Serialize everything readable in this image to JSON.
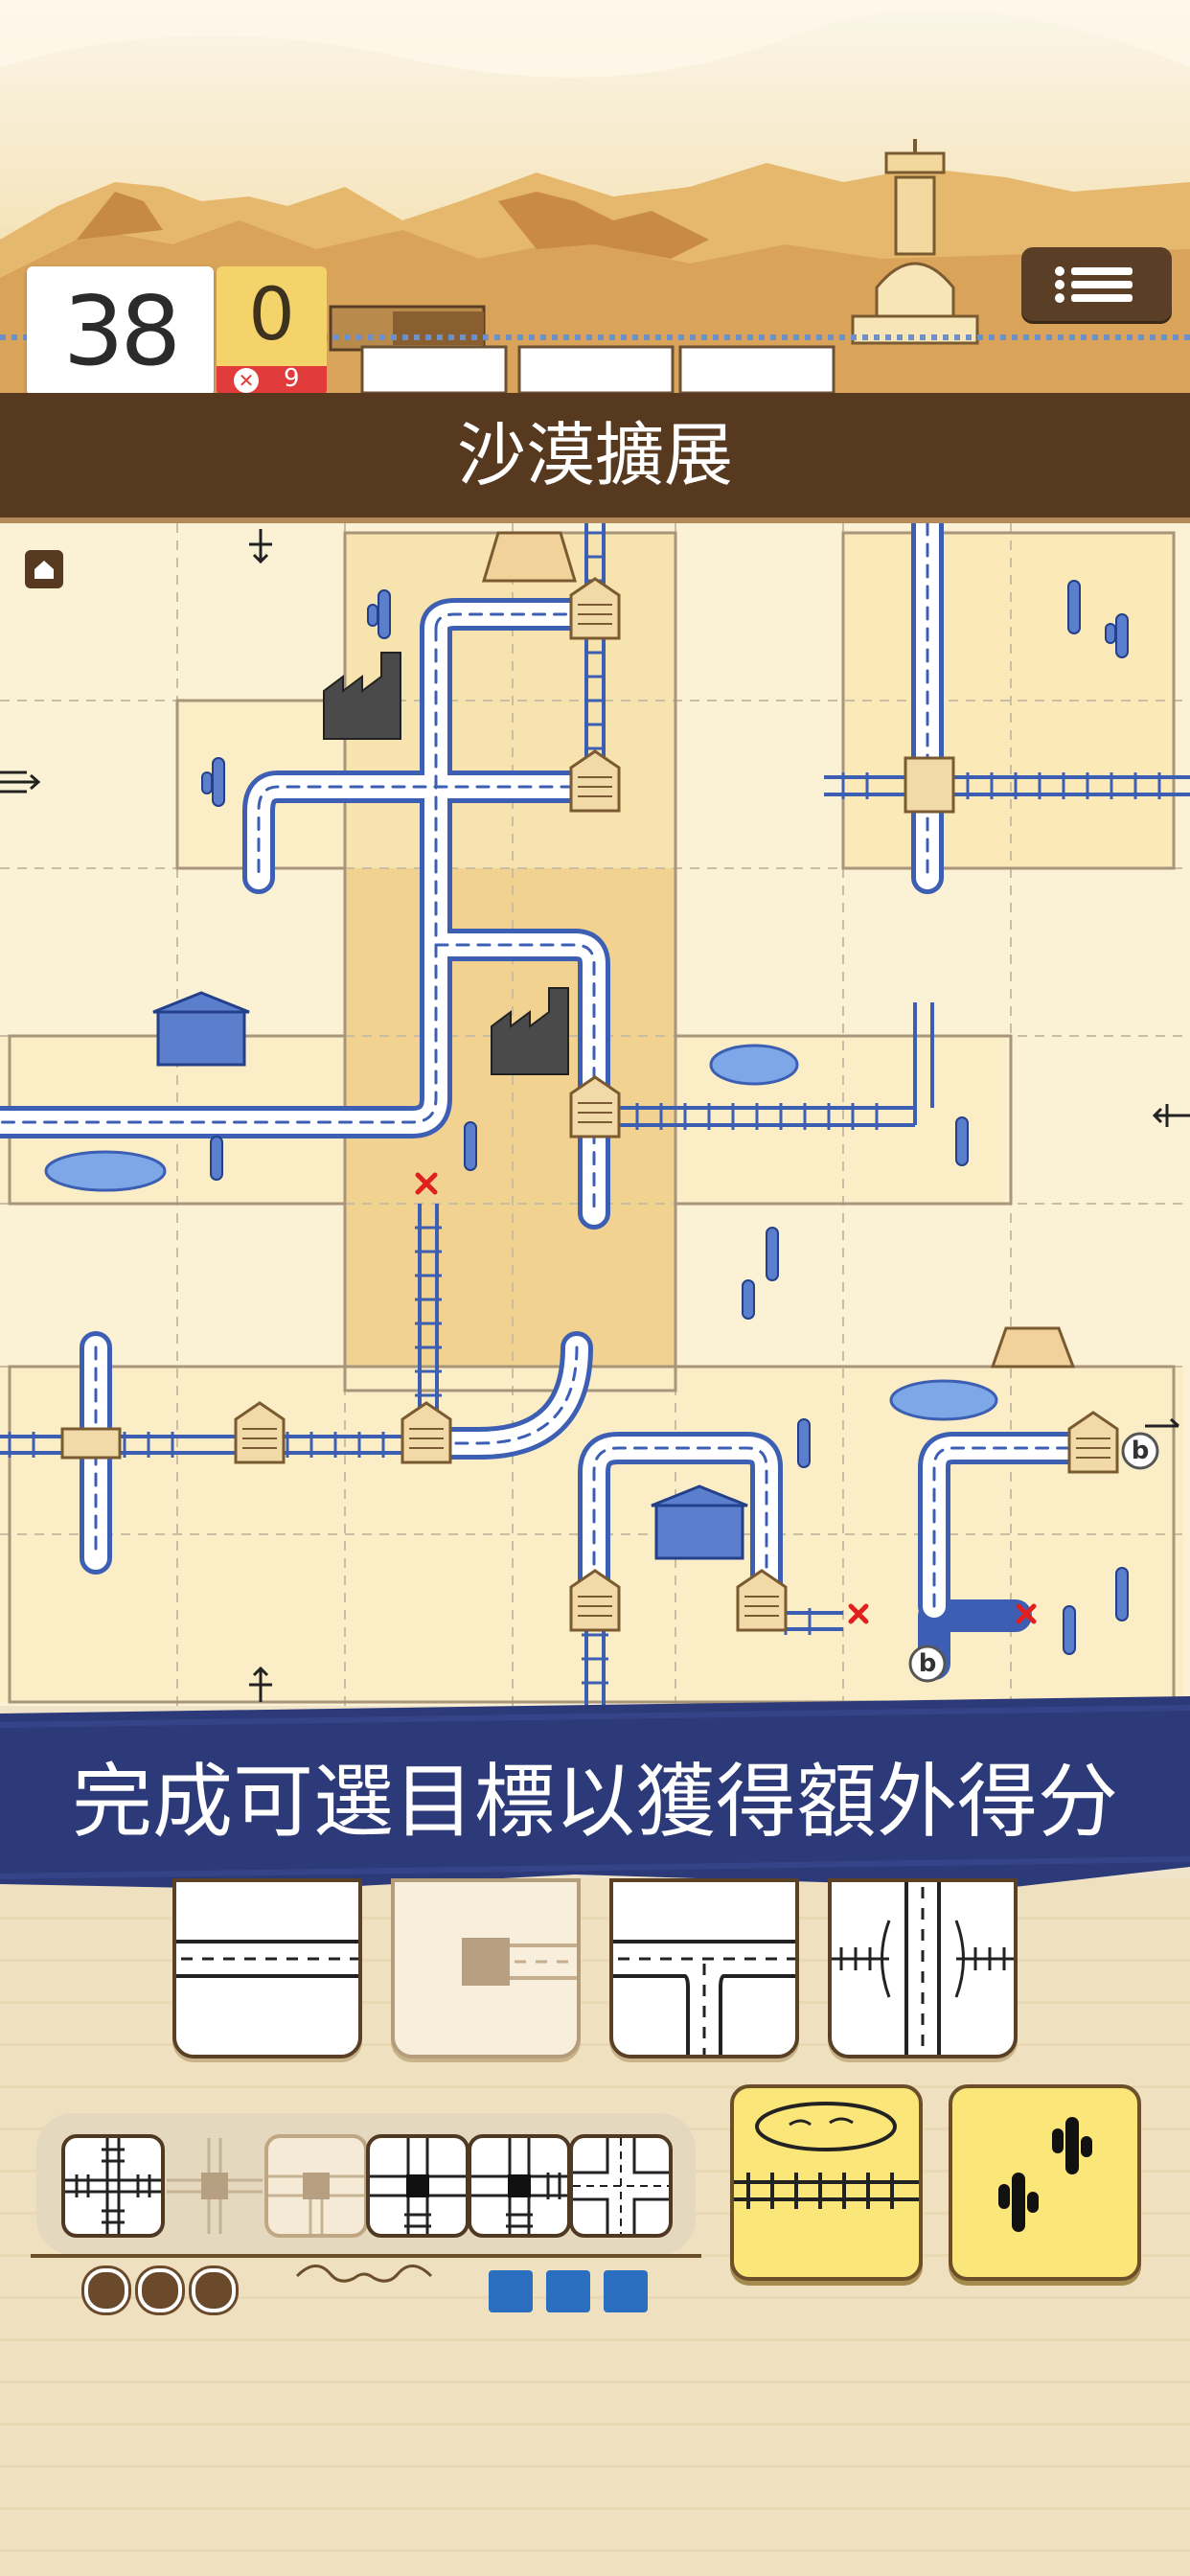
{
  "hud": {
    "score": "38",
    "bonus": "0",
    "penalty": "9"
  },
  "title": "沙漠擴展",
  "banner": "完成可選目標以獲得額外得分",
  "icons": {
    "menu": "list-menu-icon",
    "home": "home-icon",
    "station": "station-icon",
    "coin": "coin-icon",
    "cactus": "cactus-icon",
    "oasis": "oasis-icon"
  },
  "board_marks": {
    "exit_left_bottom": "b",
    "exit_right": "b"
  },
  "colors": {
    "accent_brown": "#57391f",
    "track_blue": "#3d5fb3",
    "banner_navy": "#2d3a7a",
    "yellow_tile": "#fbe679",
    "penalty_red": "#e23b3b"
  }
}
